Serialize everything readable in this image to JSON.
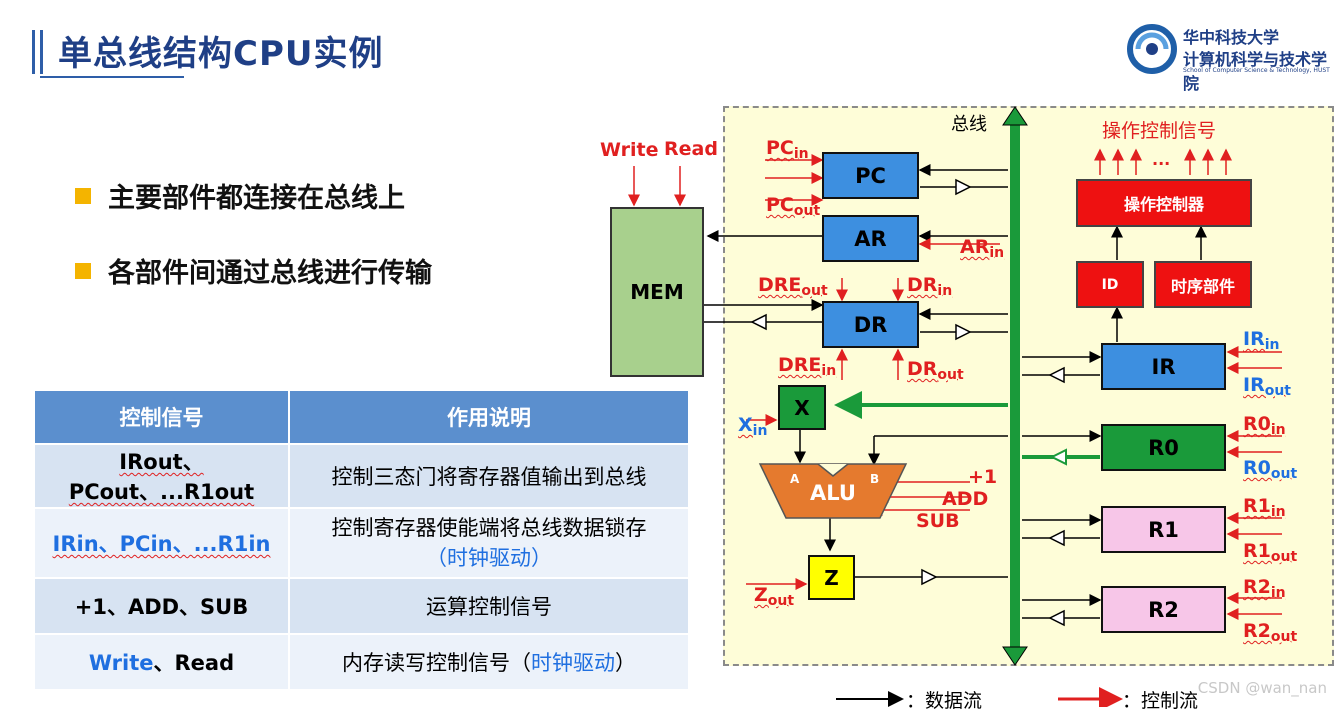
{
  "header": {
    "title": "单总线结构CPU实例"
  },
  "logo": {
    "line1": "华中科技大学",
    "line2": "计算机科学与技术学院",
    "line3": "School of Computer Science & Technology, HUST"
  },
  "bullets": [
    "主要部件都连接在总线上",
    "各部件间通过总线进行传输"
  ],
  "table": {
    "headers": [
      "控制信号",
      "作用说明"
    ],
    "rows": [
      {
        "sig": "IRout、PCout、...R1out",
        "desc": "控制三态门将寄存器值输出到总线"
      },
      {
        "sig": "IRin、PCin、...R1in",
        "desc_a": "控制寄存器使能端将总线数据锁存",
        "desc_b": "（时钟驱动）"
      },
      {
        "sig": "+1、ADD、SUB",
        "desc": "运算控制信号"
      },
      {
        "sig_a": "Write",
        "sig_b": "、Read",
        "desc_a": "内存读写控制信号（",
        "desc_b": "时钟驱动",
        "desc_c": "）"
      }
    ]
  },
  "diagram": {
    "bus_label": "总线",
    "op_signals_label": "操作控制信号",
    "op_dots": "...",
    "write": "Write",
    "read": "Read",
    "mem": "MEM",
    "pc": "PC",
    "ar": "AR",
    "dr": "DR",
    "x": "X",
    "alu": "ALU",
    "z": "Z",
    "alu_a": "A",
    "alu_b": "B",
    "controller": "操作控制器",
    "id": "ID",
    "timing": "时序部件",
    "ir": "IR",
    "r0": "R0",
    "r1": "R1",
    "r2": "R2",
    "plus1": "+1",
    "add": "ADD",
    "sub": "SUB"
  },
  "legend": {
    "data_flow": "：数据流",
    "ctrl_flow": "：控制流"
  },
  "watermark": "CSDN @wan_nan",
  "colors": {
    "bus": "#1a9a3a",
    "register": "#3d8fe0",
    "mem": "#a8d08d",
    "x": "#1a9a3a",
    "alu": "#e57a2e",
    "z": "#ffff00",
    "general_reg": "#f7c6e8",
    "r0": "#1a9a3a",
    "control": "#ee1111"
  }
}
